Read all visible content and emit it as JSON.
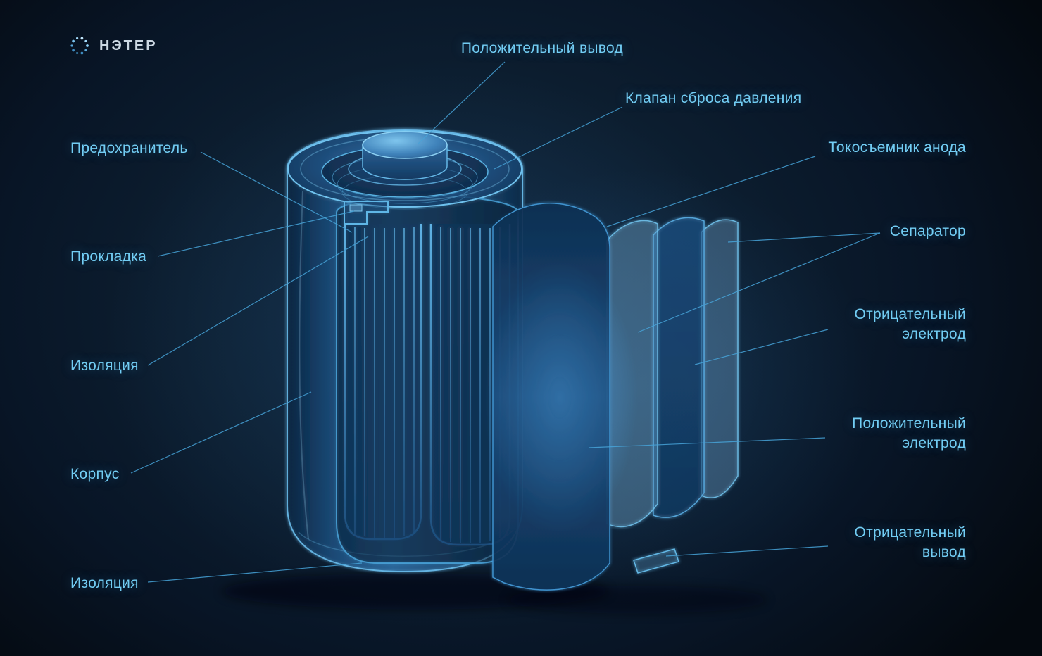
{
  "logo": {
    "text": "НЭТЕР"
  },
  "diagram": {
    "subject": "battery-cutaway",
    "labels": {
      "positive_terminal": "Положительный вывод",
      "pressure_relief_valve": "Клапан сброса давления",
      "anode_current_collector": "Токосъемник анода",
      "separator": "Сепаратор",
      "negative_electrode": "Отрицательный электрод",
      "positive_electrode": "Положительный электрод",
      "negative_terminal": "Отрицательный вывод",
      "fuse": "Предохранитель",
      "gasket": "Прокладка",
      "insulation_top": "Изоляция",
      "case": "Корпус",
      "insulation_bottom": "Изоляция"
    }
  },
  "colors": {
    "background_center": "#122941",
    "background_edge": "#04090f",
    "label_text": "#72cdf4",
    "leader_line": "#47a3d8",
    "battery_stroke": "#69bdec",
    "logo_text": "#ccd8e3"
  }
}
